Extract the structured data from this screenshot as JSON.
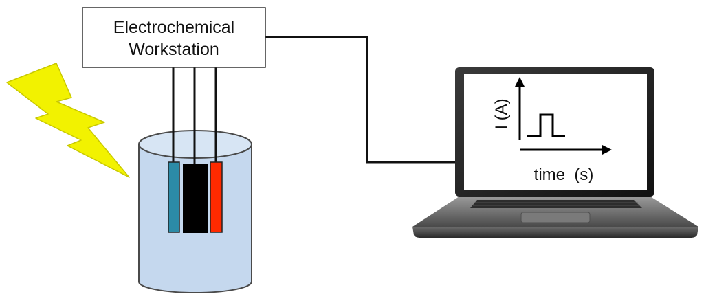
{
  "workstation": {
    "line1": "Electrochemical",
    "line2": "Workstation"
  },
  "screen": {
    "ylabel": "I (A)",
    "xlabel": "time  (s)"
  },
  "icons": {
    "light": "lightning-bolt-icon",
    "laptop": "laptop-icon",
    "cell": "electrochemical-cell-icon"
  },
  "colors": {
    "bolt": "#f2f200",
    "solution": "#c5d8ee",
    "electrode_left": "#2c8ba7",
    "electrode_center": "#000000",
    "electrode_right": "#ff2a00"
  }
}
